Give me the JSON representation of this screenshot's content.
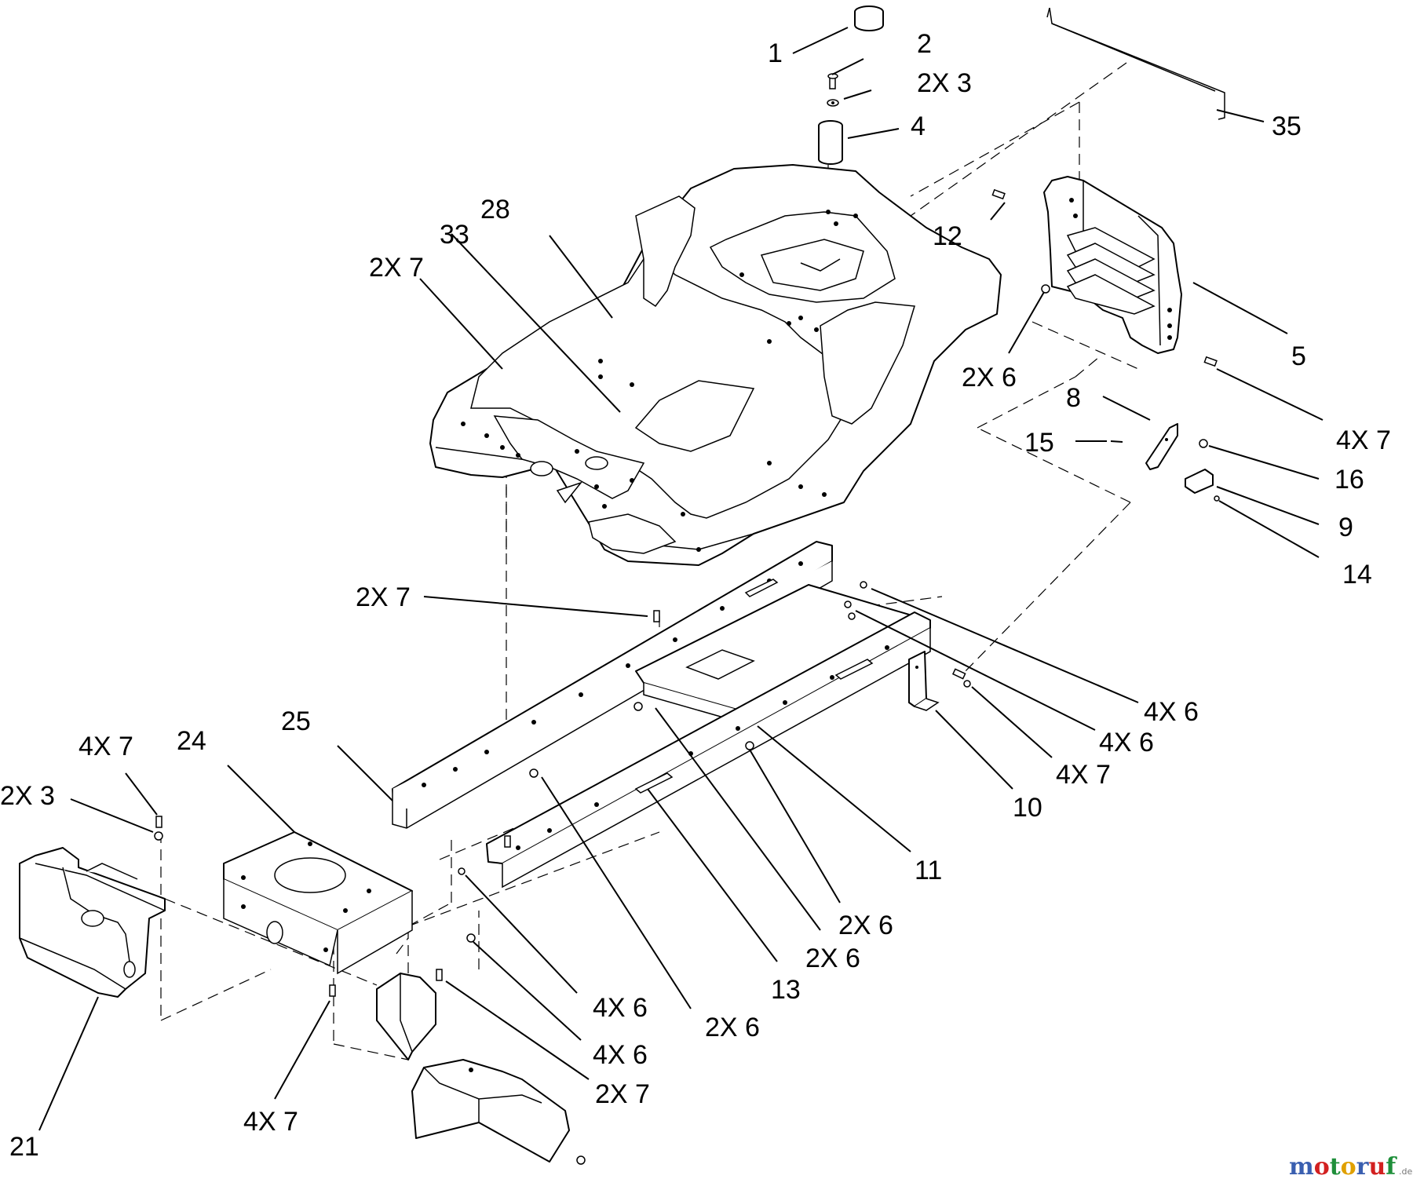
{
  "callouts": {
    "c1": "1",
    "c2": "2",
    "c3": "2X 3",
    "c4": "4",
    "c35": "35",
    "c28": "28",
    "c33": "33",
    "c7a": "2X 7",
    "c12": "12",
    "c5": "5",
    "c6a": "2X 6",
    "c7b": "4X 7",
    "c8": "8",
    "c15": "15",
    "c16": "16",
    "c9": "9",
    "c14": "14",
    "c7c": "2X 7",
    "c6b": "4X 6",
    "c6c": "4X 6",
    "c7d": "4X 7",
    "c25": "25",
    "c10": "10",
    "c11": "11",
    "c7e": "4X 7",
    "c24": "24",
    "c3b": "2X 3",
    "c6d": "2X 6",
    "c6e": "2X 6",
    "c13": "13",
    "c6f": "4X 6",
    "c6g": "4X 6",
    "c6h": "2X 6",
    "c7f": "2X 7",
    "c7g": "4X 7",
    "c21": "21"
  },
  "watermark": {
    "brand": "motoruf",
    "suffix": ".de",
    "colors": [
      "#3a5fb0",
      "#d22020",
      "#1f8f3a",
      "#e0a000",
      "#3a5fb0",
      "#d22020",
      "#1f8f3a"
    ]
  }
}
